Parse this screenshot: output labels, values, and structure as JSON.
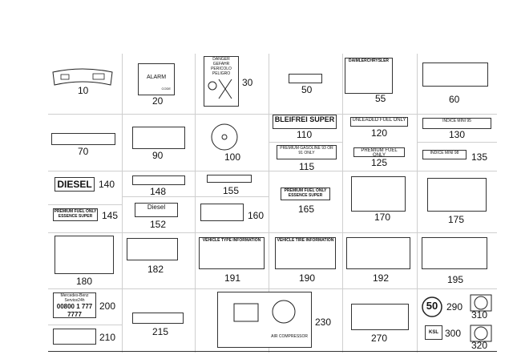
{
  "numbers": {
    "n10": "10",
    "n20": "20",
    "n30": "30",
    "n50": "50",
    "n55": "55",
    "n60": "60",
    "n70": "70",
    "n90": "90",
    "n100": "100",
    "n110": "110",
    "n115": "115",
    "n120": "120",
    "n125": "125",
    "n130": "130",
    "n135": "135",
    "n140": "140",
    "n145": "145",
    "n148": "148",
    "n152": "152",
    "n155": "155",
    "n160": "160",
    "n165": "165",
    "n170": "170",
    "n175": "175",
    "n180": "180",
    "n182": "182",
    "n190": "190",
    "n191": "191",
    "n192": "192",
    "n195": "195",
    "n200": "200",
    "n210": "210",
    "n215": "215",
    "n230": "230",
    "n270": "270",
    "n290": "290",
    "n300": "300",
    "n310": "310",
    "n320": "320"
  },
  "labels": {
    "alarm": "ALARM",
    "code": "CODE",
    "danger": "DANGER",
    "gefahr": "GEFAHR",
    "pericolo": "PERICOLO",
    "peligro": "PELIGRO",
    "daimler": "DAIMLERCHRYSLER",
    "beifrei": "BLEIFREI SUPER",
    "unleaded": "UNLEADED FUEL ONLY",
    "premium_gasoline": "PREMIUM GASOLINE 93 OR 91 ONLY",
    "premium_fuel": "PREMIUM FUEL ONLY",
    "indice_mini": "INDICE MINI 95",
    "indice_mini_98": "INDICE MINI 98",
    "diesel": "DIESEL",
    "diesel2": "Diesel",
    "premium_essence": "PREMIUM FUEL ONLY",
    "essence_super": "ESSENCE SUPER",
    "vehicle_tire": "VEHICLE TIRE INFORMATION",
    "vehicle_type": "VEHICLE TYPE INFORMATION",
    "phone": "00800 1 777 7777",
    "mb_service": "Mercedes-Benz Service24h",
    "ksl": "KSL",
    "speed": "50",
    "air_compressor": "AIR COMPRESSOR"
  }
}
